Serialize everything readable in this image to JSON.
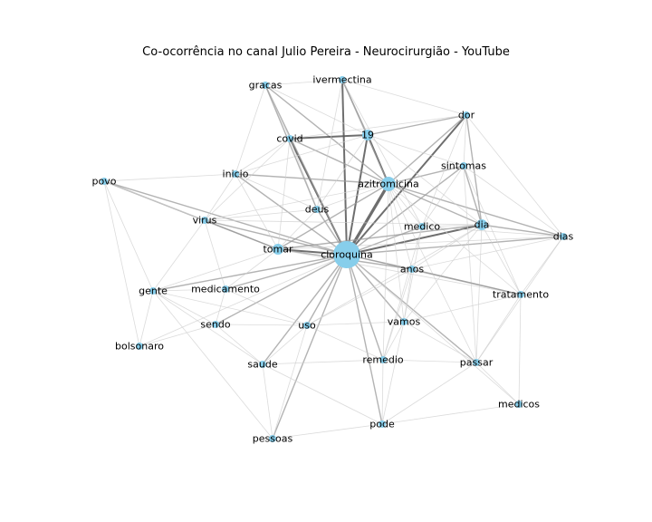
{
  "title": "Co-ocorrência no canal Julio Pereira - Neurocirurgião - YouTube",
  "colors": {
    "node": "#87ceeb",
    "edge_strong": "#555555",
    "edge_medium": "#9a9a9a",
    "edge_light": "#cfcfcf",
    "edge_faint": "#eeeeee"
  },
  "nodes": [
    {
      "id": "cloroquina",
      "label": "cloroquina",
      "importance": 5
    },
    {
      "id": "azitromicina",
      "label": "azitromicina",
      "importance": 3
    },
    {
      "id": "dia",
      "label": "dia",
      "importance": 2
    },
    {
      "id": "19",
      "label": "19",
      "importance": 2
    },
    {
      "id": "tomar",
      "label": "tomar",
      "importance": 2
    },
    {
      "id": "covid",
      "label": "covid",
      "importance": 1
    },
    {
      "id": "ivermectina",
      "label": "ivermectina",
      "importance": 1
    },
    {
      "id": "gracas",
      "label": "gracas",
      "importance": 1
    },
    {
      "id": "dor",
      "label": "dor",
      "importance": 1
    },
    {
      "id": "sintomas",
      "label": "sintomas",
      "importance": 1
    },
    {
      "id": "povo",
      "label": "povo",
      "importance": 1
    },
    {
      "id": "inicio",
      "label": "inicio",
      "importance": 1
    },
    {
      "id": "deus",
      "label": "deus",
      "importance": 1
    },
    {
      "id": "medico",
      "label": "medico",
      "importance": 1
    },
    {
      "id": "dias",
      "label": "dias",
      "importance": 1
    },
    {
      "id": "virus",
      "label": "virus",
      "importance": 1
    },
    {
      "id": "anos",
      "label": "anos",
      "importance": 1
    },
    {
      "id": "gente",
      "label": "gente",
      "importance": 1
    },
    {
      "id": "medicamento",
      "label": "medicamento",
      "importance": 1
    },
    {
      "id": "tratamento",
      "label": "tratamento",
      "importance": 1
    },
    {
      "id": "sendo",
      "label": "sendo",
      "importance": 1
    },
    {
      "id": "uso",
      "label": "uso",
      "importance": 1
    },
    {
      "id": "vamos",
      "label": "vamos",
      "importance": 1
    },
    {
      "id": "bolsonaro",
      "label": "bolsonaro",
      "importance": 1
    },
    {
      "id": "remedio",
      "label": "remedio",
      "importance": 1
    },
    {
      "id": "saude",
      "label": "saude",
      "importance": 1
    },
    {
      "id": "passar",
      "label": "passar",
      "importance": 1
    },
    {
      "id": "medicos",
      "label": "medicos",
      "importance": 1
    },
    {
      "id": "pode",
      "label": "pode",
      "importance": 1
    },
    {
      "id": "pessoas",
      "label": "pessoas",
      "importance": 1
    }
  ],
  "edges": [
    [
      "cloroquina",
      "azitromicina",
      4
    ],
    [
      "cloroquina",
      "19",
      3
    ],
    [
      "cloroquina",
      "ivermectina",
      3
    ],
    [
      "cloroquina",
      "dia",
      3
    ],
    [
      "cloroquina",
      "covid",
      3
    ],
    [
      "cloroquina",
      "tomar",
      3
    ],
    [
      "cloroquina",
      "dor",
      3
    ],
    [
      "cloroquina",
      "gracas",
      2
    ],
    [
      "cloroquina",
      "sintomas",
      2
    ],
    [
      "cloroquina",
      "inicio",
      2
    ],
    [
      "cloroquina",
      "deus",
      2
    ],
    [
      "cloroquina",
      "medico",
      2
    ],
    [
      "cloroquina",
      "dias",
      2
    ],
    [
      "cloroquina",
      "virus",
      2
    ],
    [
      "cloroquina",
      "anos",
      2
    ],
    [
      "cloroquina",
      "medicamento",
      2
    ],
    [
      "cloroquina",
      "tratamento",
      2
    ],
    [
      "cloroquina",
      "remedio",
      2
    ],
    [
      "cloroquina",
      "uso",
      2
    ],
    [
      "cloroquina",
      "vamos",
      2
    ],
    [
      "cloroquina",
      "passar",
      2
    ],
    [
      "cloroquina",
      "povo",
      2
    ],
    [
      "cloroquina",
      "gente",
      2
    ],
    [
      "cloroquina",
      "sendo",
      2
    ],
    [
      "cloroquina",
      "saude",
      2
    ],
    [
      "cloroquina",
      "pessoas",
      2
    ],
    [
      "cloroquina",
      "pode",
      2
    ],
    [
      "cloroquina",
      "bolsonaro",
      1
    ],
    [
      "cloroquina",
      "medicos",
      1
    ],
    [
      "azitromicina",
      "19",
      3
    ],
    [
      "azitromicina",
      "dor",
      2
    ],
    [
      "azitromicina",
      "covid",
      2
    ],
    [
      "azitromicina",
      "dia",
      2
    ],
    [
      "azitromicina",
      "sintomas",
      2
    ],
    [
      "azitromicina",
      "ivermectina",
      2
    ],
    [
      "azitromicina",
      "inicio",
      2
    ],
    [
      "azitromicina",
      "gracas",
      2
    ],
    [
      "azitromicina",
      "dias",
      2
    ],
    [
      "azitromicina",
      "tomar",
      2
    ],
    [
      "azitromicina",
      "medico",
      1
    ],
    [
      "azitromicina",
      "tratamento",
      1
    ],
    [
      "azitromicina",
      "anos",
      1
    ],
    [
      "azitromicina",
      "deus",
      1
    ],
    [
      "azitromicina",
      "virus",
      1
    ],
    [
      "azitromicina",
      "remedio",
      1
    ],
    [
      "azitromicina",
      "vamos",
      1
    ],
    [
      "azitromicina",
      "passar",
      1
    ],
    [
      "19",
      "covid",
      3
    ],
    [
      "19",
      "dor",
      2
    ],
    [
      "19",
      "ivermectina",
      2
    ],
    [
      "19",
      "sintomas",
      1
    ],
    [
      "19",
      "dia",
      1
    ],
    [
      "19",
      "inicio",
      1
    ],
    [
      "19",
      "gracas",
      1
    ],
    [
      "19",
      "deus",
      1
    ],
    [
      "dia",
      "dias",
      2
    ],
    [
      "dia",
      "tomar",
      2
    ],
    [
      "dia",
      "sintomas",
      2
    ],
    [
      "dia",
      "dor",
      2
    ],
    [
      "dia",
      "medico",
      1
    ],
    [
      "dia",
      "anos",
      1
    ],
    [
      "dia",
      "tratamento",
      1
    ],
    [
      "dia",
      "vamos",
      1
    ],
    [
      "dia",
      "passar",
      1
    ],
    [
      "dia",
      "uso",
      1
    ],
    [
      "dia",
      "virus",
      1
    ],
    [
      "tomar",
      "virus",
      2
    ],
    [
      "tomar",
      "anos",
      2
    ],
    [
      "tomar",
      "medicamento",
      1
    ],
    [
      "tomar",
      "gente",
      1
    ],
    [
      "tomar",
      "povo",
      2
    ],
    [
      "tomar",
      "deus",
      1
    ],
    [
      "tomar",
      "covid",
      1
    ],
    [
      "tomar",
      "tratamento",
      1
    ],
    [
      "tomar",
      "dias",
      1
    ],
    [
      "tomar",
      "inicio",
      1
    ],
    [
      "covid",
      "gracas",
      1
    ],
    [
      "covid",
      "inicio",
      1
    ],
    [
      "covid",
      "deus",
      1
    ],
    [
      "covid",
      "dor",
      1
    ],
    [
      "covid",
      "virus",
      1
    ],
    [
      "gracas",
      "deus",
      2
    ],
    [
      "gracas",
      "ivermectina",
      1
    ],
    [
      "gracas",
      "inicio",
      1
    ],
    [
      "dor",
      "sintomas",
      1
    ],
    [
      "dor",
      "dias",
      1
    ],
    [
      "dor",
      "medico",
      1
    ],
    [
      "dor",
      "ivermectina",
      1
    ],
    [
      "sintomas",
      "dias",
      1
    ],
    [
      "sintomas",
      "tratamento",
      1
    ],
    [
      "sintomas",
      "medico",
      1
    ],
    [
      "sintomas",
      "passar",
      1
    ],
    [
      "dias",
      "tratamento",
      1
    ],
    [
      "dias",
      "medico",
      1
    ],
    [
      "dias",
      "anos",
      1
    ],
    [
      "dias",
      "passar",
      1
    ],
    [
      "anos",
      "tratamento",
      2
    ],
    [
      "anos",
      "vamos",
      1
    ],
    [
      "anos",
      "uso",
      1
    ],
    [
      "anos",
      "remedio",
      1
    ],
    [
      "medico",
      "remedio",
      1
    ],
    [
      "medico",
      "vamos",
      1
    ],
    [
      "tratamento",
      "passar",
      1
    ],
    [
      "tratamento",
      "medicos",
      1
    ],
    [
      "tratamento",
      "vamos",
      1
    ],
    [
      "vamos",
      "uso",
      1
    ],
    [
      "vamos",
      "remedio",
      1
    ],
    [
      "vamos",
      "passar",
      1
    ],
    [
      "vamos",
      "pode",
      1
    ],
    [
      "remedio",
      "uso",
      1
    ],
    [
      "remedio",
      "passar",
      1
    ],
    [
      "remedio",
      "pode",
      1
    ],
    [
      "remedio",
      "saude",
      1
    ],
    [
      "uso",
      "medicamento",
      1
    ],
    [
      "uso",
      "saude",
      1
    ],
    [
      "uso",
      "sendo",
      1
    ],
    [
      "uso",
      "gente",
      1
    ],
    [
      "medicamento",
      "gente",
      1
    ],
    [
      "medicamento",
      "virus",
      1
    ],
    [
      "medicamento",
      "sendo",
      1
    ],
    [
      "gente",
      "sendo",
      1
    ],
    [
      "gente",
      "bolsonaro",
      1
    ],
    [
      "gente",
      "virus",
      1
    ],
    [
      "gente",
      "povo",
      1
    ],
    [
      "gente",
      "saude",
      1
    ],
    [
      "gente",
      "pessoas",
      1
    ],
    [
      "povo",
      "virus",
      1
    ],
    [
      "povo",
      "inicio",
      1
    ],
    [
      "povo",
      "bolsonaro",
      1
    ],
    [
      "virus",
      "inicio",
      1
    ],
    [
      "virus",
      "deus",
      1
    ],
    [
      "inicio",
      "deus",
      1
    ],
    [
      "sendo",
      "saude",
      1
    ],
    [
      "sendo",
      "bolsonaro",
      1
    ],
    [
      "saude",
      "pessoas",
      1
    ],
    [
      "saude",
      "pode",
      1
    ],
    [
      "pessoas",
      "pode",
      1
    ],
    [
      "pessoas",
      "uso",
      1
    ],
    [
      "pode",
      "passar",
      1
    ],
    [
      "pode",
      "medicos",
      1
    ],
    [
      "passar",
      "medicos",
      1
    ],
    [
      "ivermectina",
      "deus",
      1
    ],
    [
      "ivermectina",
      "medico",
      1
    ]
  ]
}
